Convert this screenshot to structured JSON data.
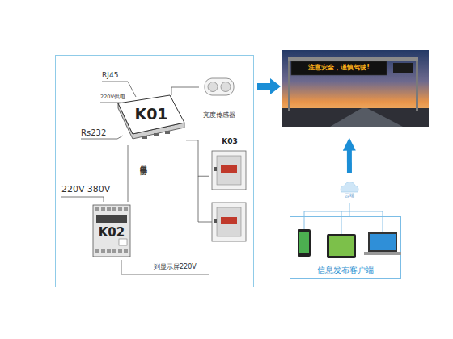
{
  "diagram": {
    "nodes": [
      {
        "text": [
          "K01"
        ]
      },
      {
        "text": [
          "亮度传感器"
        ]
      },
      {
        "text": [
          "K03"
        ]
      },
      {
        "text": [
          "K02"
        ]
      },
      {
        "text": [
          "注意安全，谨慎驾驶!"
        ]
      },
      {
        "text": [
          "云端"
        ]
      },
      {
        "text": [
          "信息发布客户端"
        ]
      }
    ],
    "edges": [
      {
        "from": 0,
        "to": 1,
        "arrow": "none"
      },
      {
        "from": 0,
        "to": 2,
        "arrow": "none"
      },
      {
        "from": 0,
        "to": 3,
        "label": "继电器 防雷",
        "arrow": "none"
      },
      {
        "from": 5,
        "to": 4,
        "arrow": "to"
      },
      {
        "from": 5,
        "to": 6,
        "arrow": "none"
      }
    ],
    "labels": [
      "RJ45",
      "220V供电",
      "Rs232",
      "220V-380V",
      "到显示屏220V"
    ]
  }
}
